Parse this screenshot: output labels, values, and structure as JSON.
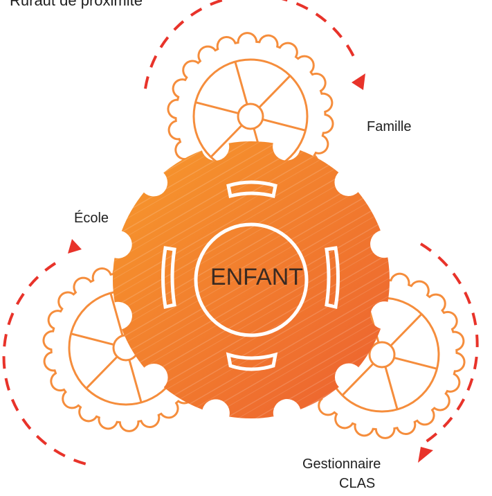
{
  "title": "Ruraut de proximite",
  "center_label": "ENFANT",
  "actors": {
    "famille": "Famille",
    "ecole": "École",
    "gestionnaire_line1": "Gestionnaire",
    "gestionnaire_line2": "CLAS"
  },
  "colors": {
    "main_gear_fill_start": "#f58a2a",
    "main_gear_fill_end": "#ee6530",
    "outline_orange": "#f58d3c",
    "dashed_arrow_red": "#e8332a",
    "text_dark": "#1f1f1f"
  }
}
